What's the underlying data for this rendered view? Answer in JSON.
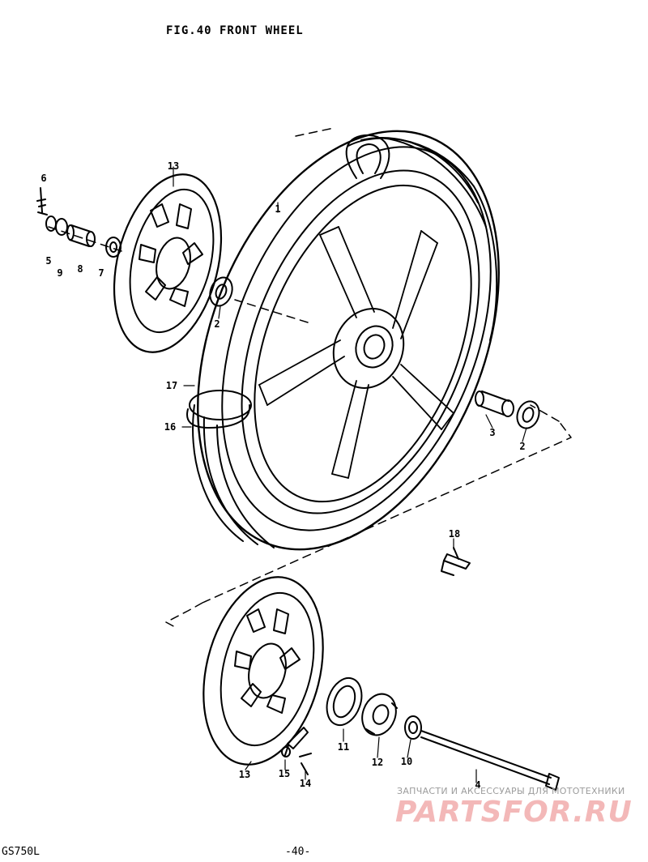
{
  "title": "FIG.40  FRONT WHEEL",
  "footer": {
    "model": "GS750L",
    "page": "-40-"
  },
  "watermark": {
    "tagline": "ЗАПЧАСТИ И АКСЕССУАРЫ ДЛЯ МОТОТЕХНИКИ",
    "brand": "PARTSFOR.RU"
  },
  "callouts": [
    {
      "id": "c1",
      "label": "1"
    },
    {
      "id": "c2a",
      "label": "2"
    },
    {
      "id": "c2b",
      "label": "2"
    },
    {
      "id": "c3",
      "label": "3"
    },
    {
      "id": "c4",
      "label": "4"
    },
    {
      "id": "c5",
      "label": "5"
    },
    {
      "id": "c6",
      "label": "6"
    },
    {
      "id": "c7",
      "label": "7"
    },
    {
      "id": "c8",
      "label": "8"
    },
    {
      "id": "c9",
      "label": "9"
    },
    {
      "id": "c10",
      "label": "10"
    },
    {
      "id": "c11",
      "label": "11"
    },
    {
      "id": "c12",
      "label": "12"
    },
    {
      "id": "c13a",
      "label": "13"
    },
    {
      "id": "c13b",
      "label": "13"
    },
    {
      "id": "c14",
      "label": "14"
    },
    {
      "id": "c15",
      "label": "15"
    },
    {
      "id": "c16",
      "label": "16"
    },
    {
      "id": "c17",
      "label": "17"
    },
    {
      "id": "c18",
      "label": "18"
    }
  ]
}
